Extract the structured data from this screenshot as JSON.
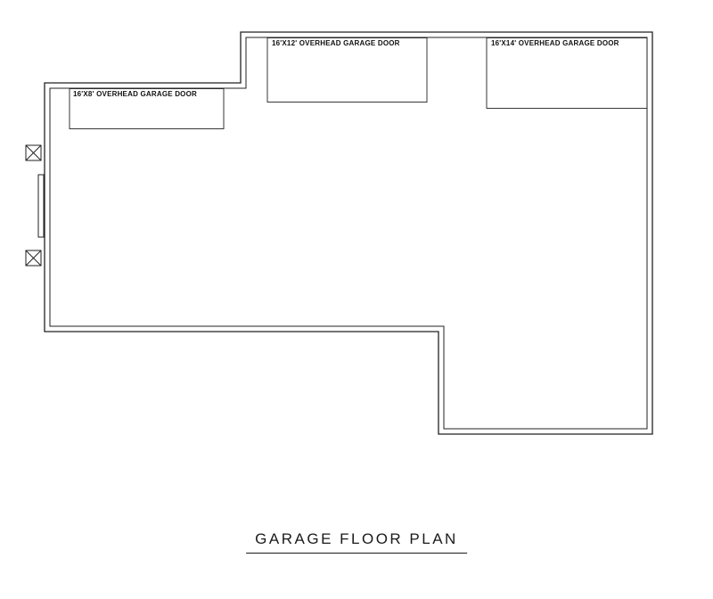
{
  "title": "GARAGE FLOOR PLAN",
  "colors": {
    "ink": "#222222",
    "paper": "#ffffff"
  },
  "plan": {
    "doors": [
      {
        "label": "16'X8' OVERHEAD GARAGE DOOR"
      },
      {
        "label": "16'X12' OVERHEAD GARAGE DOOR"
      },
      {
        "label": "16'X14' OVERHEAD GARAGE DOOR"
      }
    ]
  }
}
